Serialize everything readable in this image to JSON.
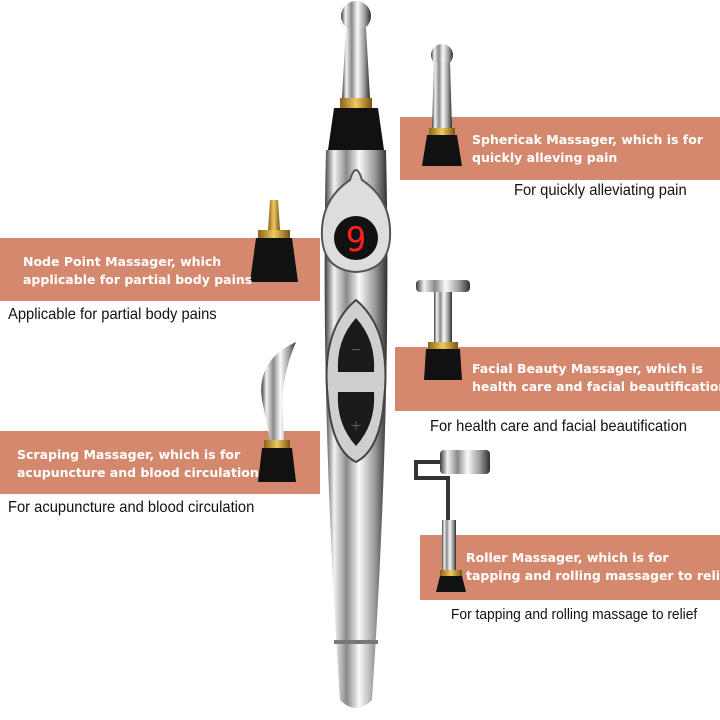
{
  "colors": {
    "band": "#d4896f",
    "display_digit": "#ff2020",
    "caption_text": "#111111",
    "band_text": "#ffffff"
  },
  "device": {
    "display_value": "9",
    "button_minus": "−",
    "button_plus": "+"
  },
  "attachments": [
    {
      "label_line1": "Sphericak Massager, which is for",
      "label_line2": "quickly alleving pain",
      "caption": "For quickly alleviating pain"
    },
    {
      "label_line1": "Node Point Massager, which",
      "label_line2": "applicable for partial body pains",
      "caption": "Applicable for partial body pains"
    },
    {
      "label_line1": "Facial Beauty Massager, which is",
      "label_line2": "health care and facial beautification",
      "caption": "For health care and facial beautification"
    },
    {
      "label_line1": "Scraping Massager, which is for",
      "label_line2": "acupuncture and blood circulation",
      "caption": "For acupuncture and blood circulation"
    },
    {
      "label_line1": "Roller Massager, which is for",
      "label_line2": "tapping and rolling massager to relief",
      "caption": "For tapping and rolling massage to relief"
    }
  ]
}
